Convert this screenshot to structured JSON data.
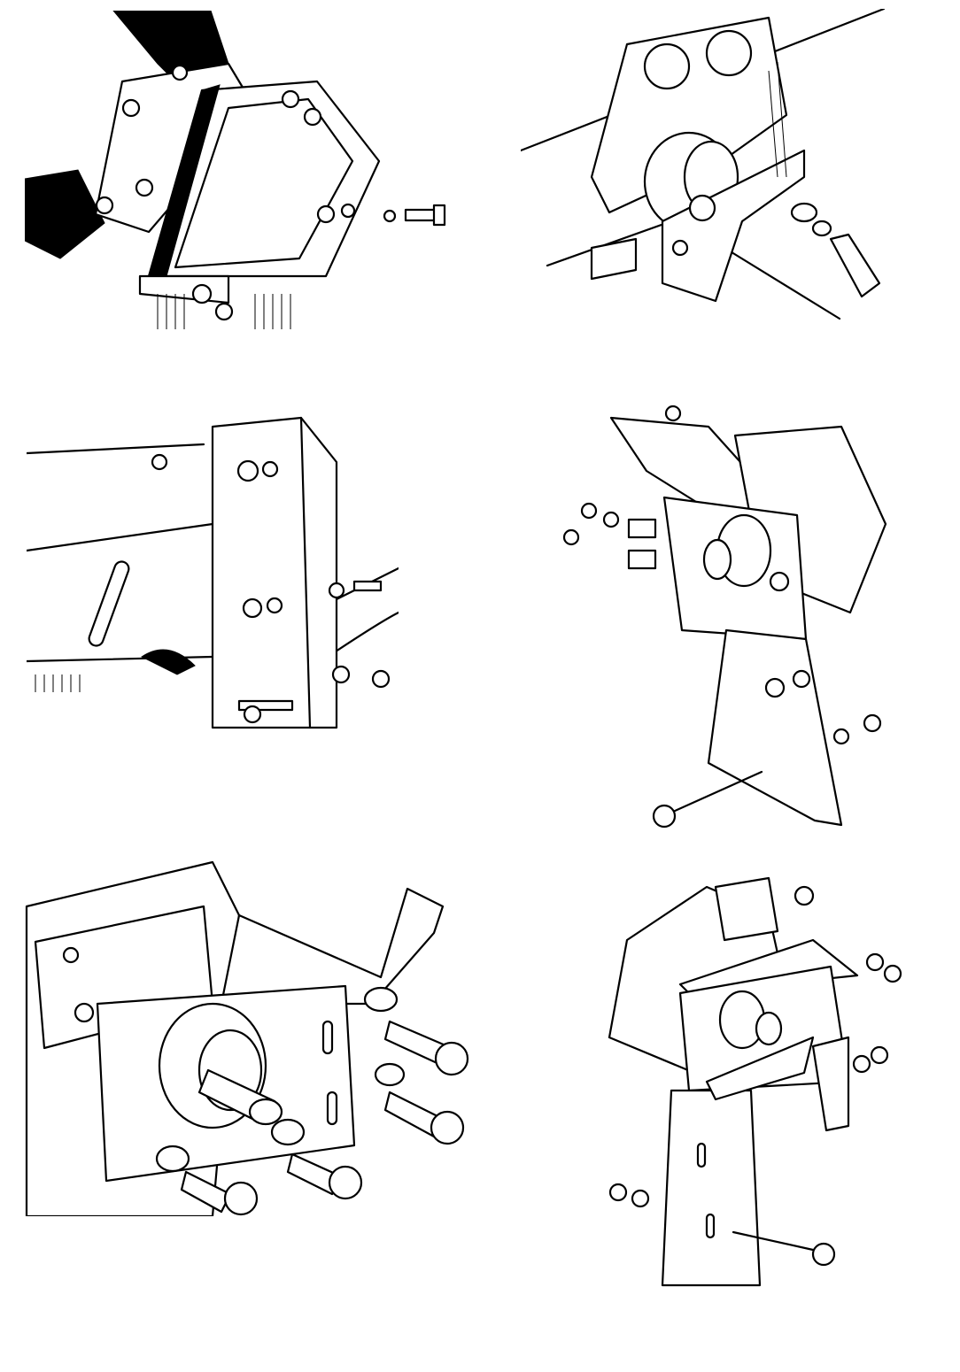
{
  "page": {
    "background": "#ffffff",
    "ink": "#000000"
  },
  "panels": [
    {
      "icon": "bracket-box-mount-drawing"
    },
    {
      "icon": "engine-mount-bracket-drawing"
    },
    {
      "icon": "frame-bracket-drawing"
    },
    {
      "icon": "gearbox-plate-drawing"
    },
    {
      "icon": "bearing-housing-drawing"
    },
    {
      "icon": "gearbox-assembly-drawing"
    }
  ]
}
